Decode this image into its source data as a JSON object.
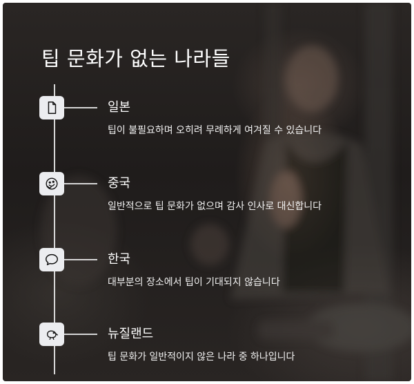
{
  "page": {
    "title": "팁 문화가 없는 나라들"
  },
  "items": [
    {
      "title": "일본",
      "description": "팁이 불필요하며 오히려 무례하게 여겨질 수 있습니다",
      "icon": "document-icon"
    },
    {
      "title": "중국",
      "description": "일반적으로 팁 문화가 없으며 감사 인사로 대신합니다",
      "icon": "face-emoji-icon"
    },
    {
      "title": "한국",
      "description": "대부분의 장소에서 팁이 기대되지 않습니다",
      "icon": "speech-bubble-icon"
    },
    {
      "title": "뉴질랜드",
      "description": "팁 문화가 일반적이지 않은 나라 중 하나입니다",
      "icon": "kiwi-bird-icon"
    }
  ],
  "colors": {
    "icon_background": "#ecedf0",
    "line": "#d6d6d6",
    "text": "#ffffff"
  }
}
